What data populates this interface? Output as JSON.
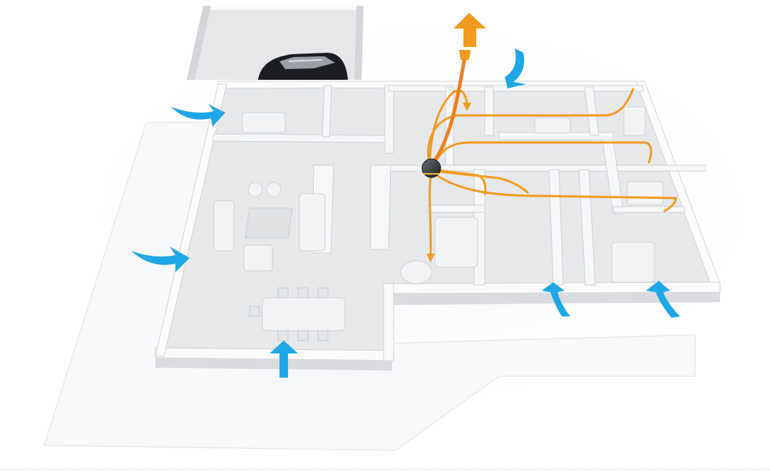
{
  "diagram": {
    "kind": "isometric house floor plan with ventilation airflow",
    "colors": {
      "background": "#ffffff",
      "ground": "#f7f8f9",
      "floor": "#e7e8ea",
      "wall_top": "#fbfbfc",
      "wall_side": "#d5d7da",
      "furniture": "#f2f3f4",
      "fresh_air": "#1ea7e6",
      "exhaust_air": "#f29a1b",
      "exhaust_outlet": "#f07f1c",
      "ventilation_unit": "#2a2d31",
      "car": "#1b1d20"
    },
    "elements": {
      "garage": {
        "has_car": true
      },
      "ventilation_unit": {
        "count": 1
      },
      "fresh_air_inlets": {
        "count": 6,
        "icon": "blue-curved-arrow"
      },
      "exhaust_outlet": {
        "count": 1,
        "icon": "orange-up-arrow"
      },
      "extraction_ducts": {
        "count": 7
      }
    }
  }
}
